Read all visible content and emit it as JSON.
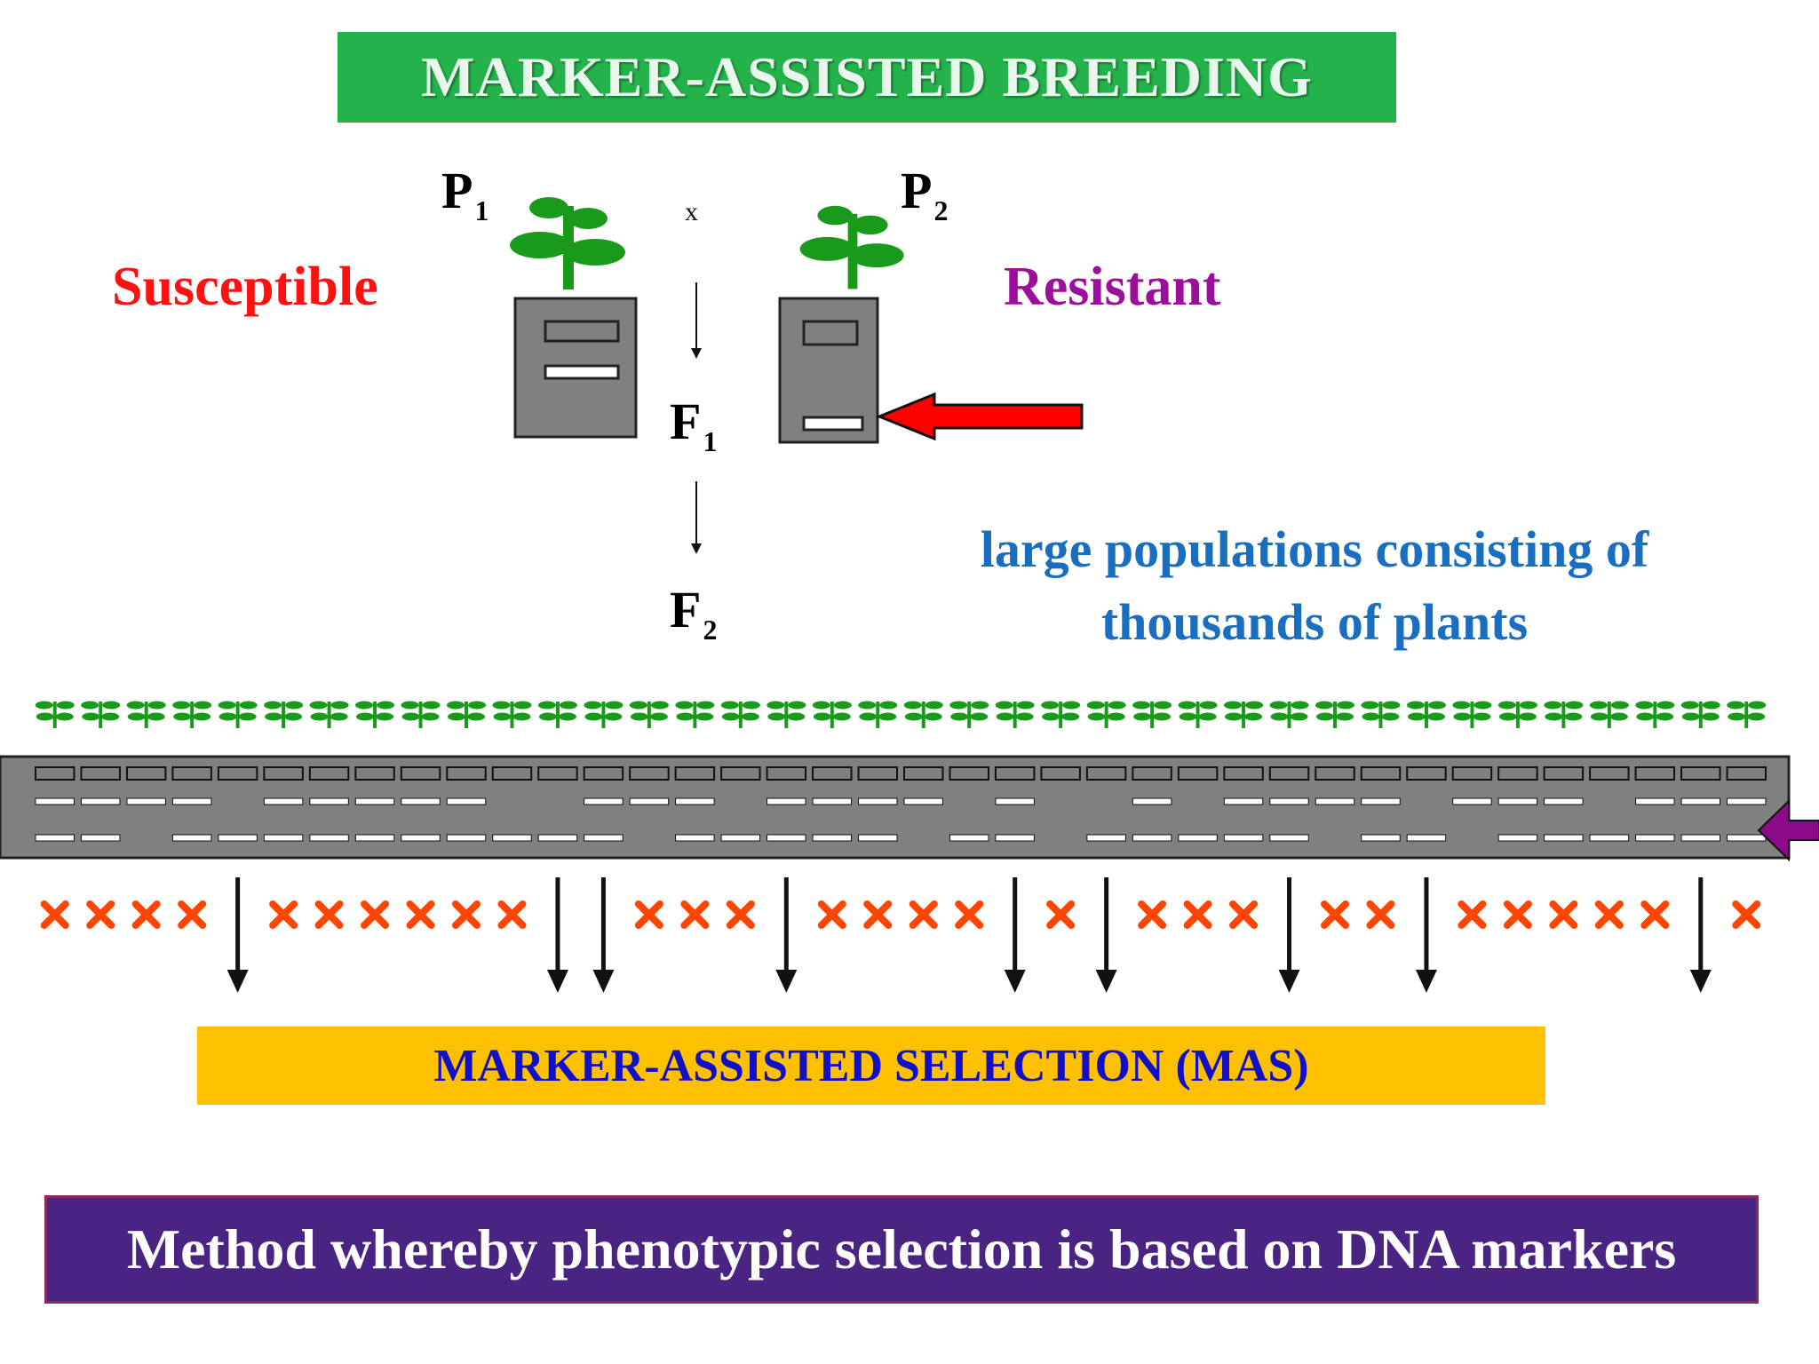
{
  "title": "MARKER-ASSISTED BREEDING",
  "labels": {
    "susceptible": "Susceptible",
    "resistant": "Resistant",
    "cross": "x",
    "p1": {
      "letter": "P",
      "sub": "1"
    },
    "p2": {
      "letter": "P",
      "sub": "2"
    },
    "f1": {
      "letter": "F",
      "sub": "1"
    },
    "f2": {
      "letter": "F",
      "sub": "2"
    }
  },
  "population_text": [
    "large populations consisting of",
    "thousands of plants"
  ],
  "mas_label": "MARKER-ASSISTED SELECTION (MAS)",
  "definition": "Method whereby phenotypic selection is based on DNA markers",
  "gel": {
    "lanes": 38,
    "selected_lanes": [
      4,
      11,
      12,
      16,
      21,
      23,
      27,
      30,
      36
    ],
    "rejected_lanes": [
      0,
      1,
      2,
      3,
      5,
      6,
      7,
      8,
      10,
      13,
      14,
      15,
      17,
      18,
      19,
      20,
      22,
      24,
      25,
      26,
      28,
      29,
      31,
      32,
      33,
      34,
      35,
      37
    ],
    "band2_lanes": [
      0,
      1,
      2,
      3,
      5,
      6,
      7,
      8,
      9,
      12,
      13,
      14,
      16,
      17,
      18,
      19,
      21,
      24,
      26,
      27,
      28,
      29,
      31,
      32,
      33,
      35,
      36,
      37
    ],
    "band3_lanes": [
      0,
      1,
      3,
      4,
      5,
      6,
      7,
      8,
      9,
      10,
      11,
      12,
      14,
      15,
      16,
      17,
      18,
      20,
      21,
      23,
      24,
      25,
      26,
      27,
      29,
      30,
      32,
      33,
      34,
      35,
      36,
      37
    ]
  },
  "colors": {
    "title_bg": "#24b24b",
    "plant": "#1a9a1a",
    "gel": "#808080",
    "reject_mark": "#ff4500",
    "arrow_red": "#ff0000",
    "arrow_purple": "#8a0a8a",
    "mas_bg": "#ffc000",
    "definition_bg": "#4a2483"
  },
  "icons": [
    "plant-icon",
    "gel-icon",
    "cross-icon",
    "down-arrow-icon"
  ]
}
